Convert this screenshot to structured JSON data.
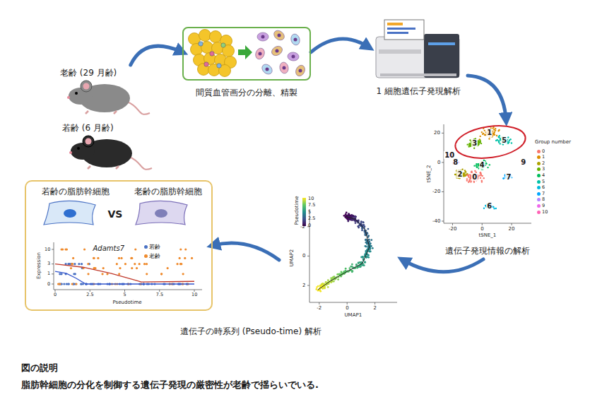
{
  "diagram": {
    "caption": "脂肪幹細胞の分化を制御する遺伝子発現の厳密性が老齢で揺らいでいる.",
    "nodes": [
      {
        "text": [
          "老齢 (29 月齢)",
          "若齢 (6 月齢)"
        ]
      },
      {
        "text": [
          "間質血管画分の分離、精製"
        ]
      },
      {
        "text": [
          "1 細胞遺伝子発現解析"
        ]
      },
      {
        "text": [
          "遺伝子発現情報の解析"
        ]
      },
      {
        "text": [
          "遺伝子の時系列 (Pseudo-time) 解析"
        ]
      },
      {
        "text": [
          "若齢の脂肪幹細胞",
          "VS",
          "老齢の脂肪幹細胞"
        ]
      }
    ],
    "edges": [
      {
        "from": 0,
        "to": 1,
        "arrow": "to"
      },
      {
        "from": 1,
        "to": 2,
        "arrow": "to"
      },
      {
        "from": 2,
        "to": 3,
        "arrow": "to"
      },
      {
        "from": 3,
        "to": 4,
        "arrow": "to"
      },
      {
        "from": 4,
        "to": 5,
        "arrow": "to"
      }
    ],
    "labels": [
      "1",
      "3",
      "5",
      "10",
      "8",
      "4",
      "9",
      "2",
      "0",
      "7",
      "6",
      "20",
      "0",
      "-20",
      "-40",
      "-20",
      "0",
      "20",
      "tSNE_1",
      "tSNE_2",
      "Group number",
      "Pseudotime",
      "10",
      "7.5",
      "5",
      "2.5",
      "0",
      "-2",
      "0",
      "2",
      "-2",
      "0",
      "2",
      "UMAP1",
      "UMAP2",
      "Adamts7",
      "Expression",
      "Pseudotime",
      "10",
      "3",
      "1",
      "0",
      "0",
      "2.5",
      "5",
      "7.5",
      "10",
      "図の説明"
    ],
    "legend": [
      {
        "text": "0",
        "color": "#f8766d"
      },
      {
        "text": "1",
        "color": "#db8e00"
      },
      {
        "text": "2",
        "color": "#aea200"
      },
      {
        "text": "3",
        "color": "#64b200"
      },
      {
        "text": "4",
        "color": "#00bd5c"
      },
      {
        "text": "5",
        "color": "#00c1a7"
      },
      {
        "text": "6",
        "color": "#00bade"
      },
      {
        "text": "7",
        "color": "#00a6ff"
      },
      {
        "text": "8",
        "color": "#b385ff"
      },
      {
        "text": "9",
        "color": "#ef67eb"
      },
      {
        "text": "10",
        "color": "#ff63b6"
      },
      {
        "text": "若齢",
        "color": "#4a72c4"
      },
      {
        "text": "老齢",
        "color": "#ef8a2c"
      }
    ]
  }
}
